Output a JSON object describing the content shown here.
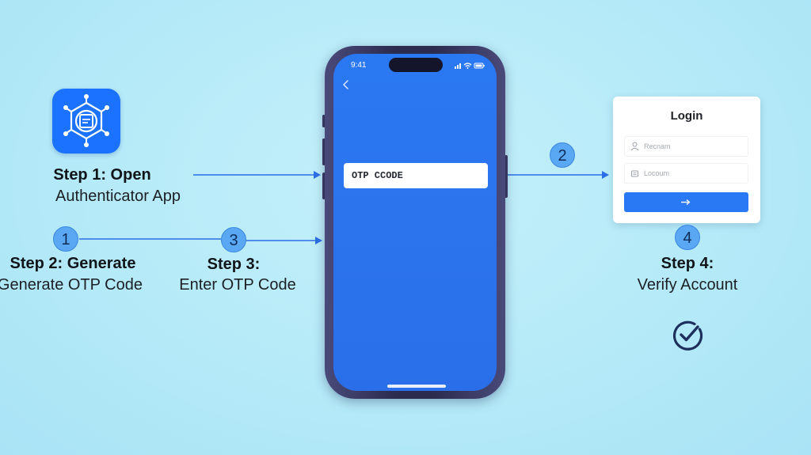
{
  "steps": [
    {
      "number": "",
      "title": "Step 1: Open",
      "subtitle": "Authenticator App"
    },
    {
      "number": "1",
      "title": "Step 2: Generate",
      "subtitle": "Generate OTP Code"
    },
    {
      "number": "3",
      "title": "Step 3:",
      "subtitle": "Enter OTP Code"
    },
    {
      "number": "4",
      "title": "Step 4:",
      "subtitle": "Verify Account"
    }
  ],
  "flow_marker": {
    "number": "2"
  },
  "phone": {
    "time": "9:41",
    "otp_field_text": "OTP CCODE"
  },
  "login_card": {
    "title": "Login",
    "username_placeholder": "Recnam",
    "password_placeholder": "Locoum",
    "submit_icon": "arrow-right-icon"
  },
  "icons": {
    "app": "authenticator-app-icon",
    "verified": "check-circle-icon"
  },
  "colors": {
    "background": "#b5eaf8",
    "accent_blue": "#1b72ff",
    "phone_screen": "#2b74ee",
    "step_circle": "#5aa7f3",
    "arrow": "#2a6fe5",
    "check": "#1d2f5c"
  }
}
